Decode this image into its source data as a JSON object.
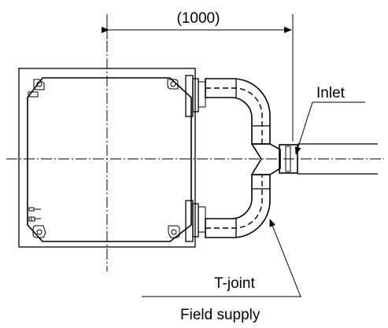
{
  "labels": {
    "dimension": "(1000)",
    "inlet": "Inlet",
    "t_joint": "T-joint",
    "field_supply": "Field supply"
  }
}
